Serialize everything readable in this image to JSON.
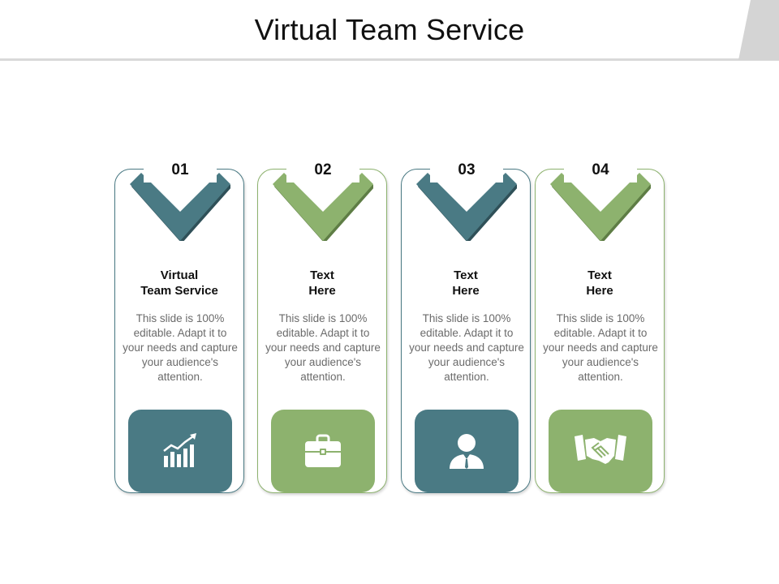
{
  "title": "Virtual Team Service",
  "colors": {
    "teal": "#4a7a84",
    "teal_dark": "#2f5058",
    "green": "#8db26e",
    "green_dark": "#5e7d45"
  },
  "cards": [
    {
      "number": "01",
      "heading_line1": "Virtual",
      "heading_line2": "Team Service",
      "body": "This slide is 100% editable. Adapt it to your needs and capture your audience's attention.",
      "icon": "bar-chart-growth-icon",
      "color": "teal"
    },
    {
      "number": "02",
      "heading_line1": "Text",
      "heading_line2": "Here",
      "body": "This slide is 100% editable. Adapt it to your needs and capture your audience's attention.",
      "icon": "briefcase-icon",
      "color": "green"
    },
    {
      "number": "03",
      "heading_line1": "Text",
      "heading_line2": "Here",
      "body": "This slide is 100% editable. Adapt it to your needs and capture your audience's attention.",
      "icon": "person-icon",
      "color": "teal"
    },
    {
      "number": "04",
      "heading_line1": "Text",
      "heading_line2": "Here",
      "body": "This slide is 100% editable. Adapt it to your needs and capture your audience's attention.",
      "icon": "handshake-icon",
      "color": "green"
    }
  ]
}
